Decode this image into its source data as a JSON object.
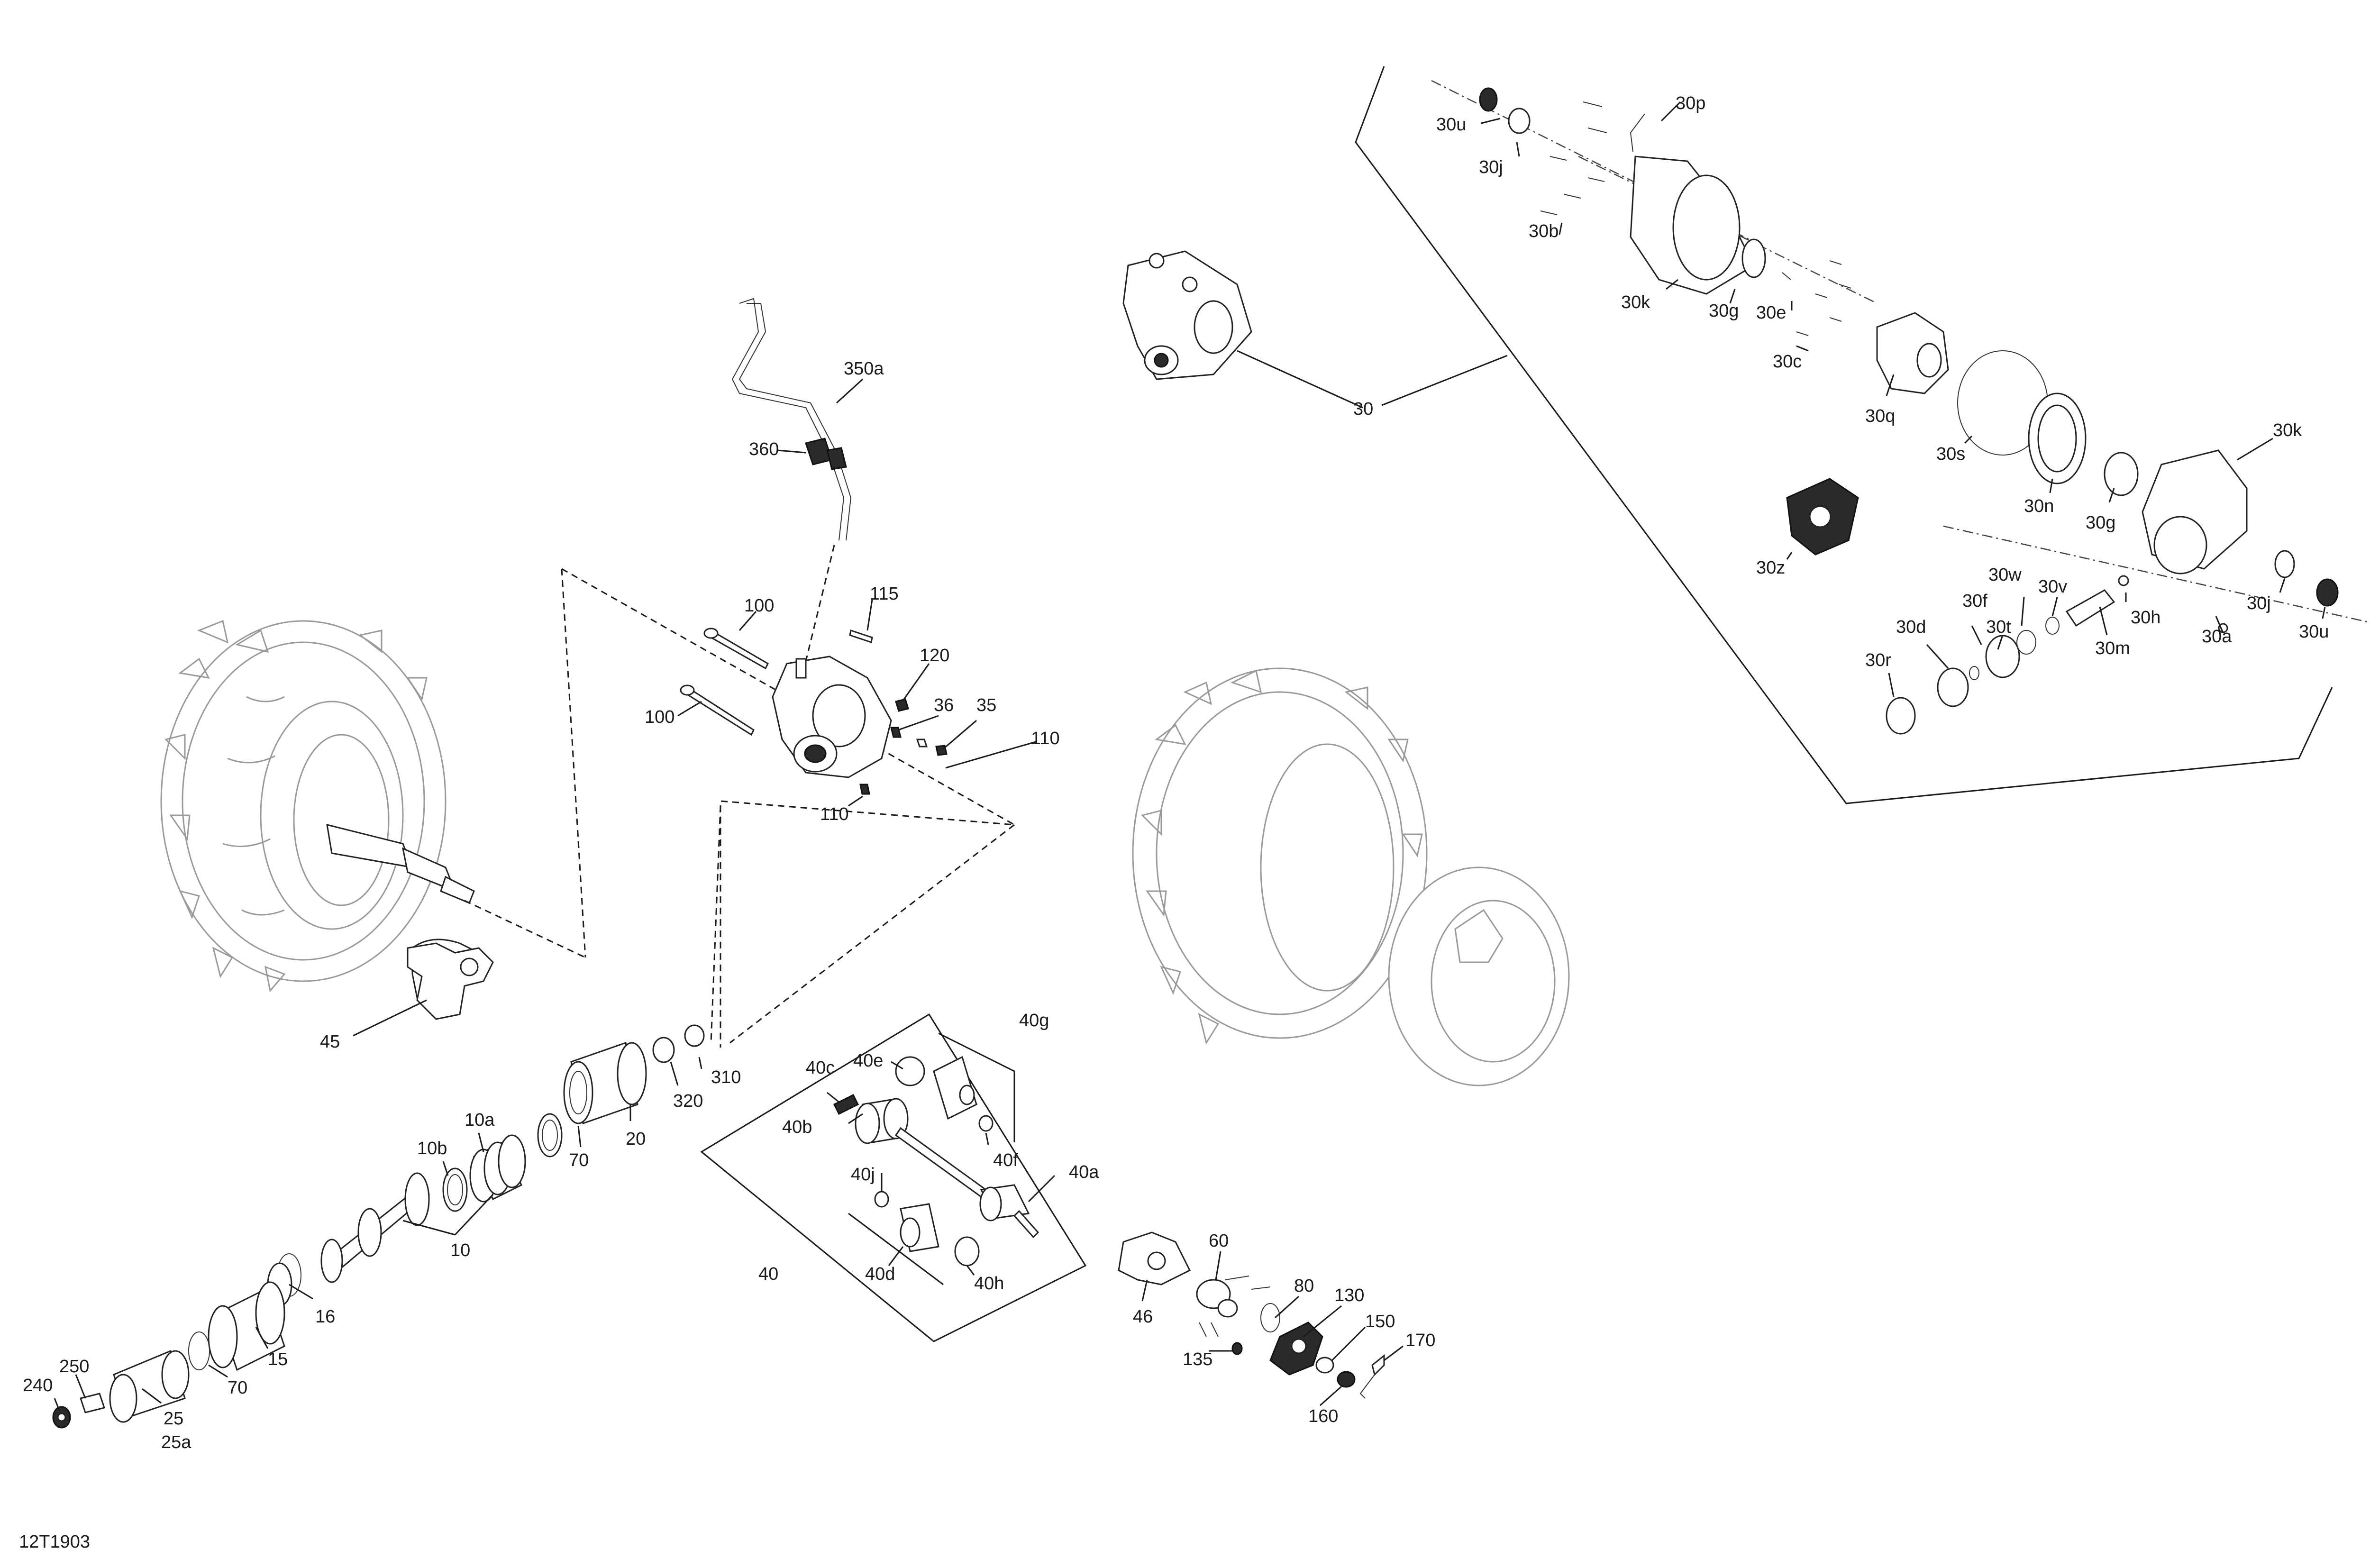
{
  "drawing_id": "12T1903",
  "callouts": {
    "c_30u_top": "30u",
    "c_30j_top": "30j",
    "c_30p": "30p",
    "c_30b": "30b",
    "c_30k_top": "30k",
    "c_30g_top": "30g",
    "c_30e": "30e",
    "c_30c": "30c",
    "c_30q": "30q",
    "c_30s": "30s",
    "c_30n": "30n",
    "c_30g_bot": "30g",
    "c_30k_bot": "30k",
    "c_30z": "30z",
    "c_30w": "30w",
    "c_30v": "30v",
    "c_30f": "30f",
    "c_30d": "30d",
    "c_30t": "30t",
    "c_30r": "30r",
    "c_30h": "30h",
    "c_30m": "30m",
    "c_30a": "30a",
    "c_30j_bot": "30j",
    "c_30u_bot": "30u",
    "c_30": "30",
    "c_350a": "350a",
    "c_360": "360",
    "c_100a": "100",
    "c_100b": "100",
    "c_115": "115",
    "c_120": "120",
    "c_36": "36",
    "c_35": "35",
    "c_110a": "110",
    "c_110b": "110",
    "c_45": "45",
    "c_310": "310",
    "c_320": "320",
    "c_20": "20",
    "c_70a": "70",
    "c_10a": "10a",
    "c_10b": "10b",
    "c_10": "10",
    "c_16": "16",
    "c_15": "15",
    "c_70b": "70",
    "c_240": "240",
    "c_250": "250",
    "c_25": "25",
    "c_25a": "25a",
    "c_40c": "40c",
    "c_40e": "40e",
    "c_40g": "40g",
    "c_40b": "40b",
    "c_40f": "40f",
    "c_40j": "40j",
    "c_40a": "40a",
    "c_40d": "40d",
    "c_40h": "40h",
    "c_40": "40",
    "c_46": "46",
    "c_60": "60",
    "c_80": "80",
    "c_130": "130",
    "c_150": "150",
    "c_135": "135",
    "c_160": "160",
    "c_170": "170"
  },
  "colors": {
    "line": "#1a1a1a",
    "tire": "#9a9a9a",
    "background": "#ffffff"
  }
}
